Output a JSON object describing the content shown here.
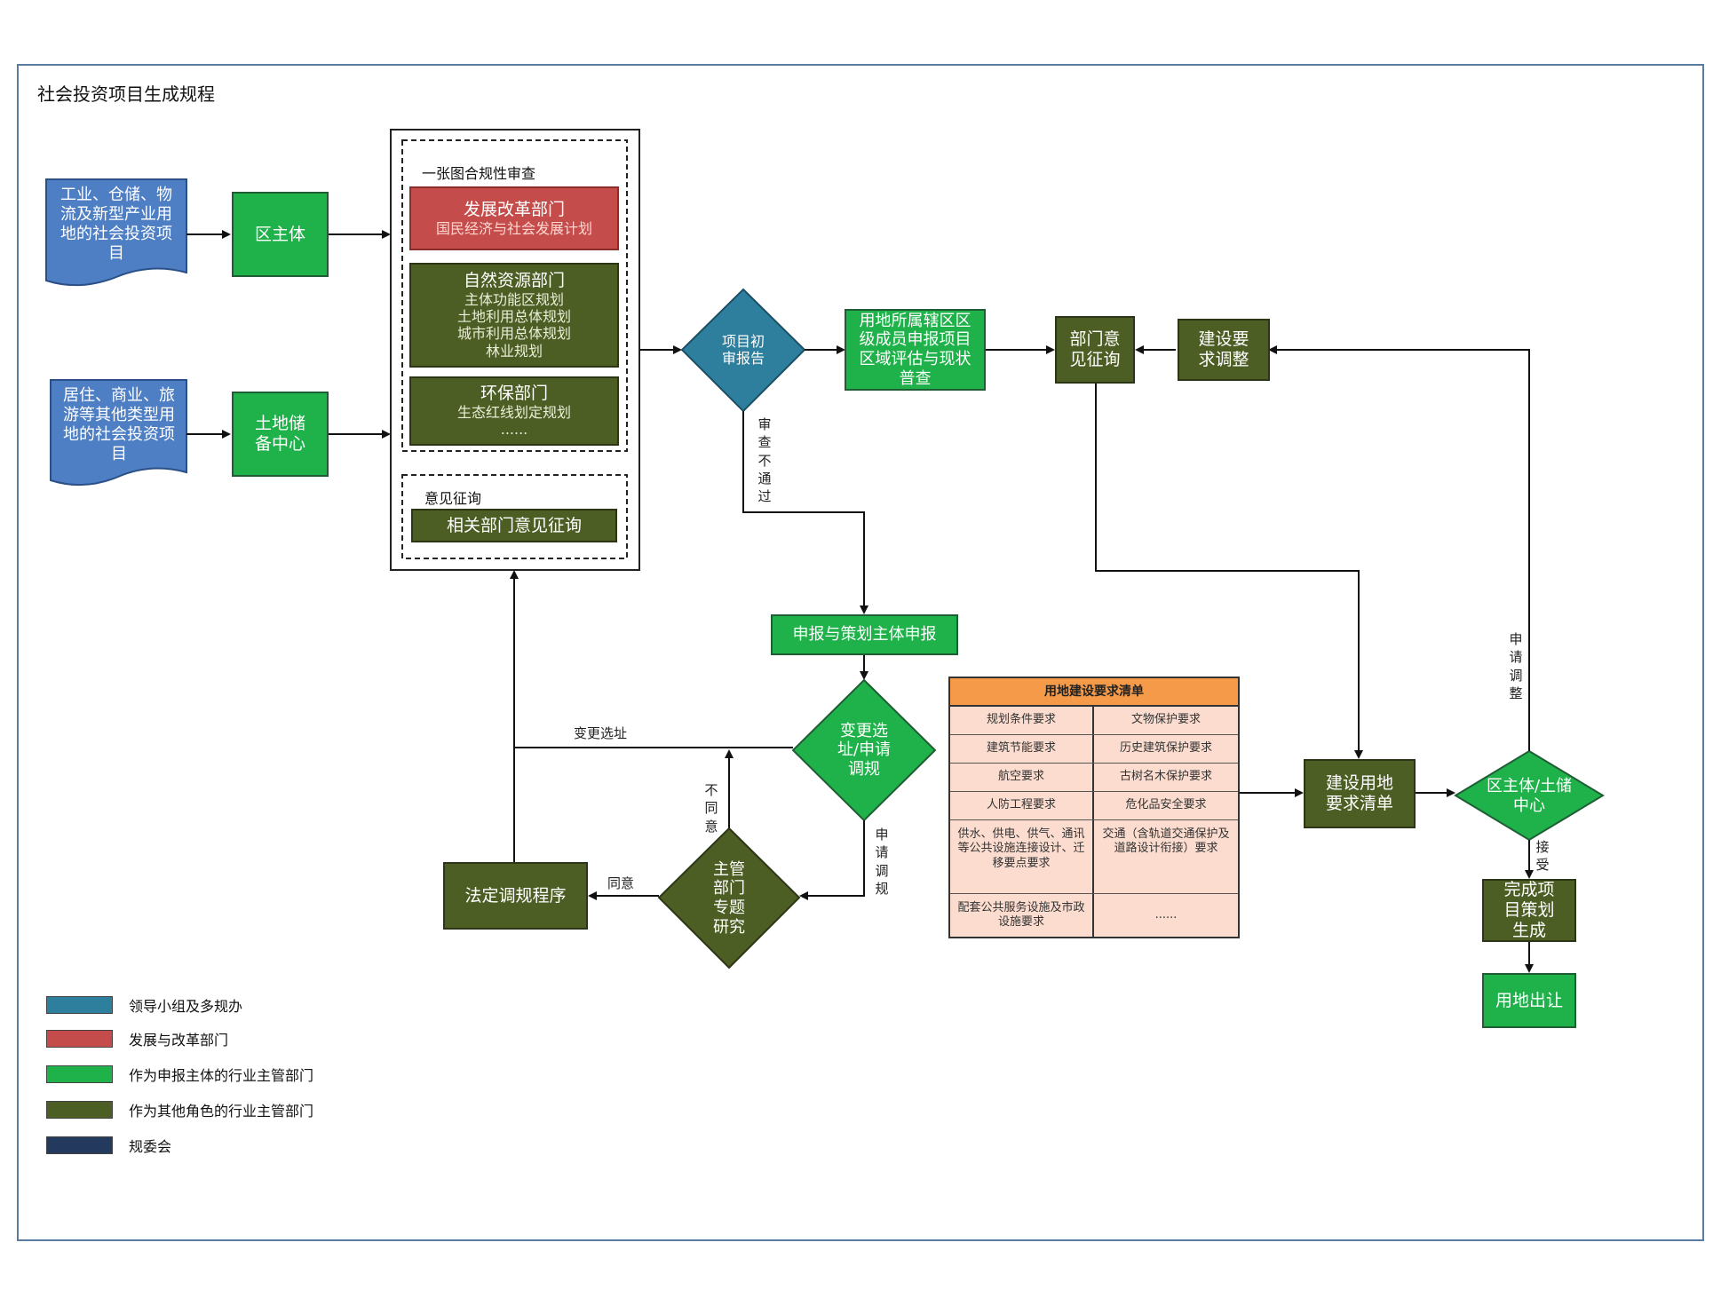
{
  "title": "社会投资项目生成规程",
  "colors": {
    "blue_doc": "#4e7fc4",
    "teal": "#2e7f9e",
    "red": "#c44c4a",
    "green": "#1fb24a",
    "olive": "#4d5e24",
    "navy": "#233a5e",
    "orange_header": "#f59a48",
    "table_bg": "#fbdccf"
  },
  "docs": {
    "industrial": "工业、仓储、物流及新型产业用地的社会投资项目",
    "residential": "居住、商业、旅游等其他类型用地的社会投资项目"
  },
  "nodes": {
    "district_subject": "区主体",
    "land_reserve": "土地储备中心",
    "dev_reform_title": "发展改革部门",
    "dev_reform_sub": "国民经济与社会发展计划",
    "natural_res_title": "自然资源部门",
    "natural_res_sub": [
      "主体功能区规划",
      "土地利用总体规划",
      "城市利用总体规划",
      "林业规划"
    ],
    "env_title": "环保部门",
    "env_sub": [
      "生态红线划定规划",
      "......"
    ],
    "related_dept": "相关部门意见征询",
    "initial_review": "项目初审报告",
    "district_report": "用地所属辖区区级成员申报项目区域评估与现状普查",
    "dept_opinion": "部门意见征询",
    "adjust_req": "建设要求调整",
    "declare_subject": "申报与策划主体申报",
    "change_site": "变更选址/申请调规",
    "dept_study": "主管部门专题研究",
    "legal_proc": "法定调规程序",
    "land_req_list": "建设用地要求清单",
    "district_center": "区主体/土储中心",
    "plan_done": "完成项目策划生成",
    "land_transfer": "用地出让"
  },
  "groups": {
    "compliance": "一张图合规性审查",
    "opinion": "意见征询"
  },
  "edge_labels": {
    "review_fail": "审查不通过",
    "change_site": "变更选址",
    "disagree": "不同意",
    "agree": "同意",
    "apply_adjust": "申请调规",
    "apply_adjust2": "申请调整",
    "accept": "接受"
  },
  "table": {
    "title": "用地建设要求清单",
    "rows": [
      [
        "规划条件要求",
        "文物保护要求"
      ],
      [
        "建筑节能要求",
        "历史建筑保护要求"
      ],
      [
        "航空要求",
        "古树名木保护要求"
      ],
      [
        "人防工程要求",
        "危化品安全要求"
      ],
      [
        "供水、供电、供气、通讯等公共设施连接设计、迁移要点要求",
        "交通（含轨道交通保护及道路设计衔接）要求"
      ],
      [
        "配套公共服务设施及市政设施要求",
        "......"
      ]
    ]
  },
  "legend": [
    {
      "label": "领导小组及多规办",
      "color": "#2e7f9e"
    },
    {
      "label": "发展与改革部门",
      "color": "#c44c4a"
    },
    {
      "label": "作为申报主体的行业主管部门",
      "color": "#1fb24a"
    },
    {
      "label": "作为其他角色的行业主管部门",
      "color": "#4d5e24"
    },
    {
      "label": "规委会",
      "color": "#233a5e"
    }
  ]
}
